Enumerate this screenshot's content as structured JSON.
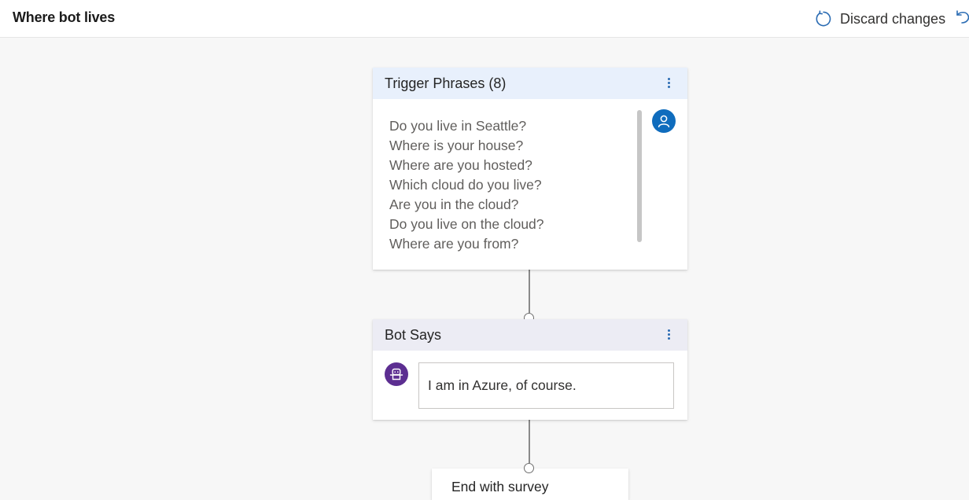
{
  "header": {
    "title": "Where bot lives",
    "discard_label": "Discard changes",
    "discard_icon": "refresh-icon",
    "undo_icon": "undo-icon"
  },
  "trigger_node": {
    "title": "Trigger Phrases (8)",
    "more_icon": "more-vertical-icon",
    "avatar_icon": "user-icon",
    "phrases": [
      "Do you live in Seattle?",
      "Where is your house?",
      "Where are you hosted?",
      "Which cloud do you live?",
      "Are you in the cloud?",
      "Do you live on the cloud?",
      "Where are you from?"
    ]
  },
  "bot_node": {
    "title": "Bot Says",
    "more_icon": "more-vertical-icon",
    "avatar_icon": "bot-icon",
    "message": "I am in Azure, of course."
  },
  "end_node": {
    "label": "End with survey"
  },
  "colors": {
    "accent": "#0f6cbd",
    "trigger_header": "#e8f0fc",
    "bot_header": "#ececf4",
    "bot_avatar": "#5c2e91"
  }
}
